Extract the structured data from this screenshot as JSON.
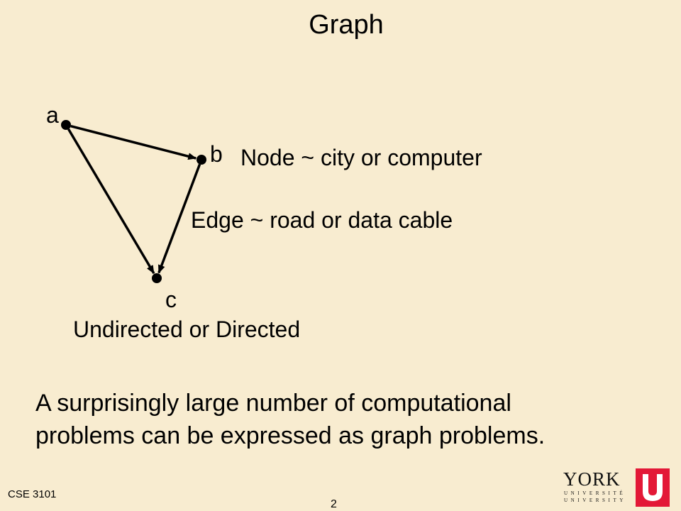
{
  "slide": {
    "title": "Graph",
    "footer_course": "CSE 3101",
    "page_number": "2"
  },
  "diagram": {
    "nodes": [
      {
        "id": "a",
        "label": "a"
      },
      {
        "id": "b",
        "label": "b"
      },
      {
        "id": "c",
        "label": "c"
      }
    ],
    "edges": [
      {
        "from": "a",
        "to": "b",
        "directed": true
      },
      {
        "from": "a",
        "to": "c",
        "directed": true
      },
      {
        "from": "b",
        "to": "c",
        "directed": true
      }
    ]
  },
  "notes": {
    "node": "Node ~ city or computer",
    "edge": "Edge ~ road or data cable",
    "kind": "Undirected or Directed",
    "summary_line1": "A surprisingly large number of computational",
    "summary_line2": "problems can be expressed as graph problems."
  },
  "logo": {
    "word": "YORK",
    "sub_top": "UNIVERSITÉ",
    "sub_bottom": "UNIVERSITY",
    "brand_color": "#e31837"
  }
}
